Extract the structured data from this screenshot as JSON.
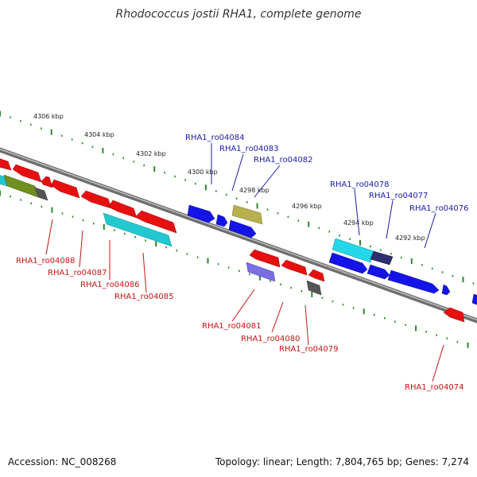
{
  "title": "Rhodococcus jostii RHA1, complete genome",
  "footer": {
    "accession": "Accession: NC_008268",
    "topology": "Topology: linear; Length: 7,804,765 bp; Genes: 7,274"
  },
  "colors": {
    "forward_label": "#1a1aa8",
    "reverse_label": "#cc1111",
    "scale_label": "#222222",
    "tick": "#2a8a2a",
    "backbone": "#8c8c8c"
  },
  "scale_labels": [
    "4306 kbp",
    "4304 kbp",
    "4302 kbp",
    "4300 kbp",
    "4298 kbp",
    "4296 kbp",
    "4294 kbp",
    "4292 kbp"
  ],
  "forward_genes": [
    "RHA1_ro04084",
    "RHA1_ro04083",
    "RHA1_ro04082",
    "RHA1_ro04078",
    "RHA1_ro04077",
    "RHA1_ro04076"
  ],
  "reverse_genes": [
    "RHA1_ro04088",
    "RHA1_ro04087",
    "RHA1_ro04086",
    "RHA1_ro04085",
    "RHA1_ro04081",
    "RHA1_ro04080",
    "RHA1_ro04079",
    "RHA1_ro04074"
  ]
}
